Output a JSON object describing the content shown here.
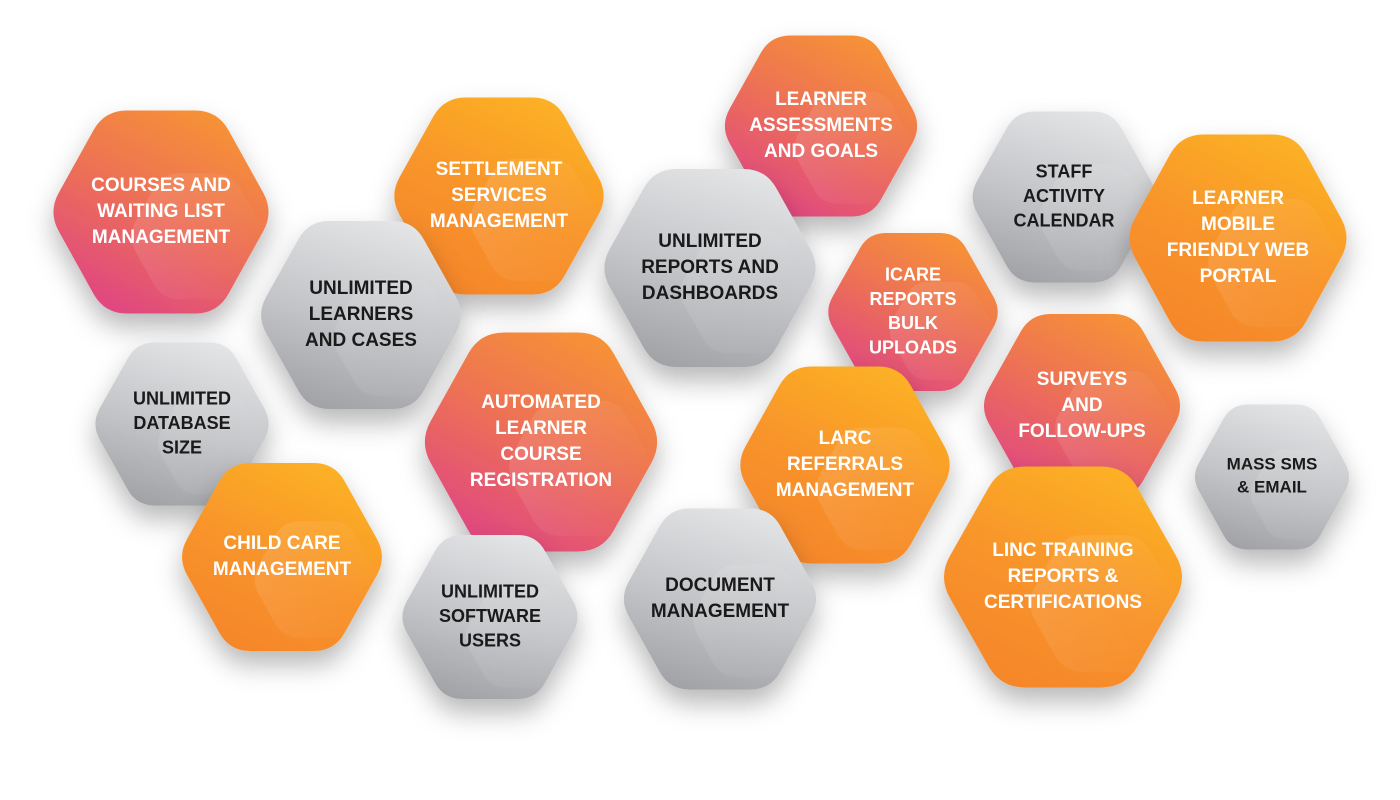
{
  "colors": {
    "orange_light": "#FBB025",
    "orange_deep": "#F7892A",
    "pink": "#E1467F",
    "gray_light": "#EAEAEC",
    "gray_dark": "#A3A4A8",
    "text_white": "#FFFFFF",
    "text_dark": "#1A1A1A"
  },
  "hexagons": [
    {
      "id": "courses",
      "lines": [
        "COURSES AND",
        "WAITING LIST",
        "MANAGEMENT"
      ],
      "style": "pink"
    },
    {
      "id": "settlement",
      "lines": [
        "SETTLEMENT",
        "SERVICES",
        "MANAGEMENT"
      ],
      "style": "orange"
    },
    {
      "id": "assessments",
      "lines": [
        "LEARNER",
        "ASSESSMENTS",
        "AND GOALS"
      ],
      "style": "pink"
    },
    {
      "id": "staff-calendar",
      "lines": [
        "STAFF",
        "ACTIVITY",
        "CALENDAR"
      ],
      "style": "gray"
    },
    {
      "id": "mobile-portal",
      "lines": [
        "LEARNER",
        "MOBILE",
        "FRIENDLY WEB",
        "PORTAL"
      ],
      "style": "orange"
    },
    {
      "id": "unlimited-learners",
      "lines": [
        "UNLIMITED",
        "LEARNERS",
        "AND CASES"
      ],
      "style": "gray"
    },
    {
      "id": "unlimited-reports",
      "lines": [
        "UNLIMITED",
        "REPORTS AND",
        "DASHBOARDS"
      ],
      "style": "gray"
    },
    {
      "id": "icare",
      "lines": [
        "ICARE",
        "REPORTS",
        "BULK",
        "UPLOADS"
      ],
      "style": "pink"
    },
    {
      "id": "database-size",
      "lines": [
        "UNLIMITED",
        "DATABASE",
        "SIZE"
      ],
      "style": "gray"
    },
    {
      "id": "auto-registration",
      "lines": [
        "AUTOMATED",
        "LEARNER",
        "COURSE",
        "REGISTRATION"
      ],
      "style": "pink"
    },
    {
      "id": "larc",
      "lines": [
        "LARC",
        "REFERRALS",
        "MANAGEMENT"
      ],
      "style": "orange"
    },
    {
      "id": "surveys",
      "lines": [
        "SURVEYS",
        "AND",
        "FOLLOW-UPS"
      ],
      "style": "pink"
    },
    {
      "id": "mass-sms",
      "lines": [
        "MASS SMS",
        "& EMAIL"
      ],
      "style": "gray"
    },
    {
      "id": "child-care",
      "lines": [
        "CHILD CARE",
        "MANAGEMENT"
      ],
      "style": "orange"
    },
    {
      "id": "software-users",
      "lines": [
        "UNLIMITED",
        "SOFTWARE",
        "USERS"
      ],
      "style": "gray"
    },
    {
      "id": "document",
      "lines": [
        "DOCUMENT",
        "MANAGEMENT"
      ],
      "style": "gray"
    },
    {
      "id": "linc",
      "lines": [
        "LINC TRAINING",
        "REPORTS &",
        "CERTIFICATIONS"
      ],
      "style": "orange"
    }
  ]
}
